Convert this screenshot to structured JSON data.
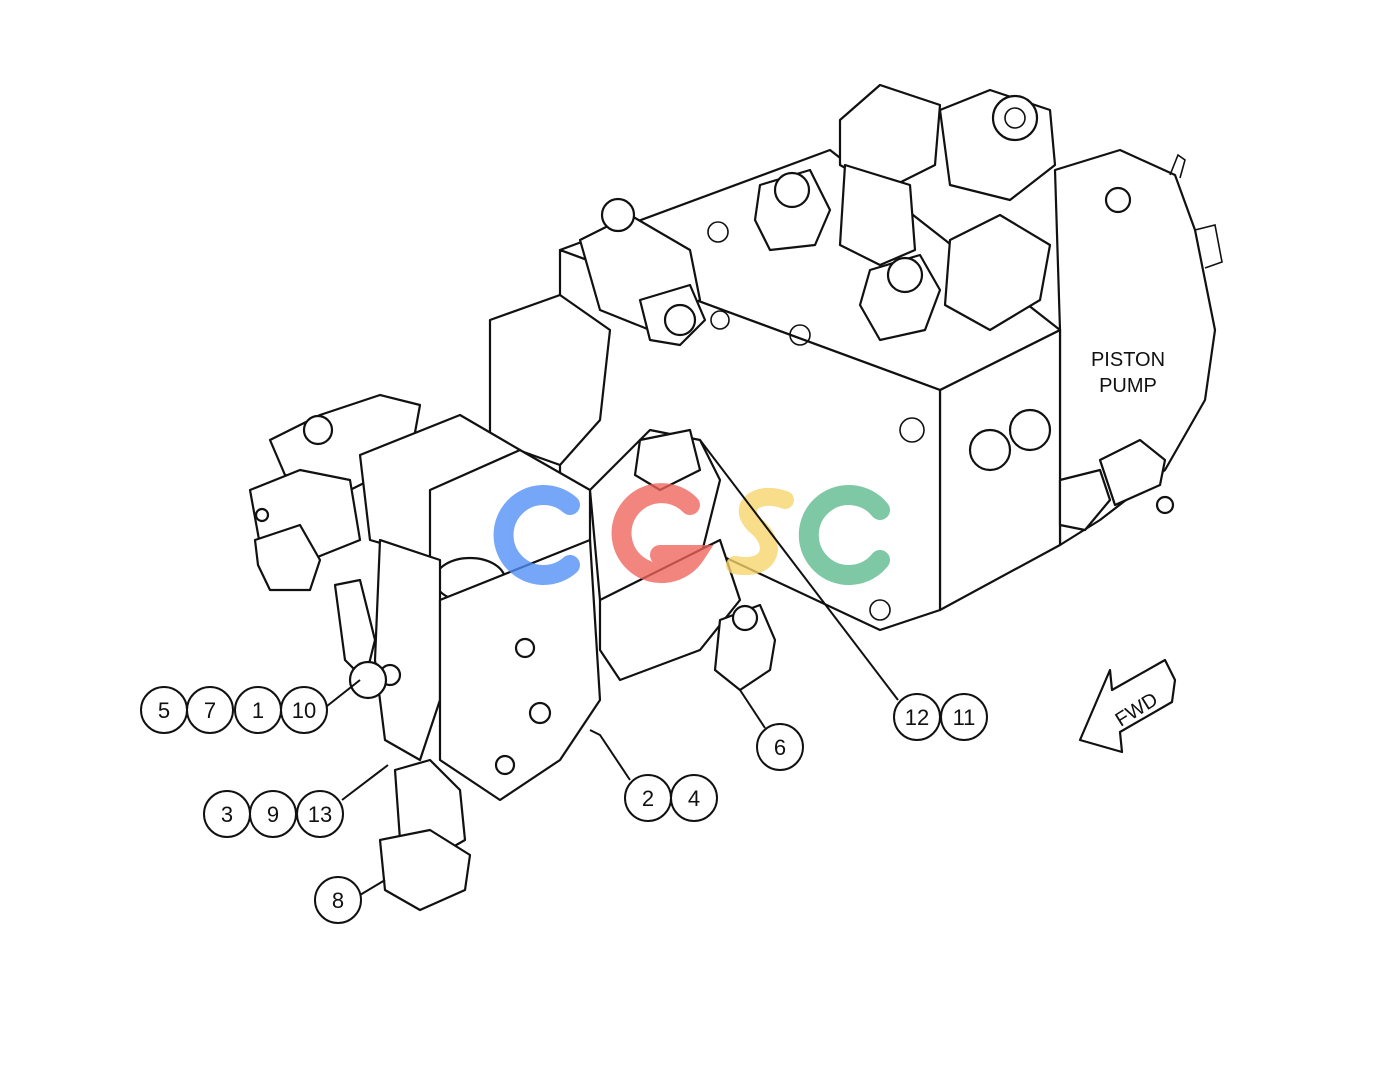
{
  "diagram": {
    "labels": {
      "pump_line1": "PISTON",
      "pump_line2": "PUMP",
      "fwd": "FWD"
    },
    "watermark": {
      "text": "CGSC",
      "colors": [
        "#4f8ef7",
        "#f0645c",
        "#f7d46a",
        "#5bb98c"
      ]
    },
    "callouts": [
      {
        "id": "c5",
        "label": "5"
      },
      {
        "id": "c7",
        "label": "7"
      },
      {
        "id": "c1",
        "label": "1"
      },
      {
        "id": "c10",
        "label": "10"
      },
      {
        "id": "c3",
        "label": "3"
      },
      {
        "id": "c9",
        "label": "9"
      },
      {
        "id": "c13",
        "label": "13"
      },
      {
        "id": "c8",
        "label": "8"
      },
      {
        "id": "c2",
        "label": "2"
      },
      {
        "id": "c4",
        "label": "4"
      },
      {
        "id": "c6",
        "label": "6"
      },
      {
        "id": "c12",
        "label": "12"
      },
      {
        "id": "c11",
        "label": "11"
      }
    ]
  }
}
